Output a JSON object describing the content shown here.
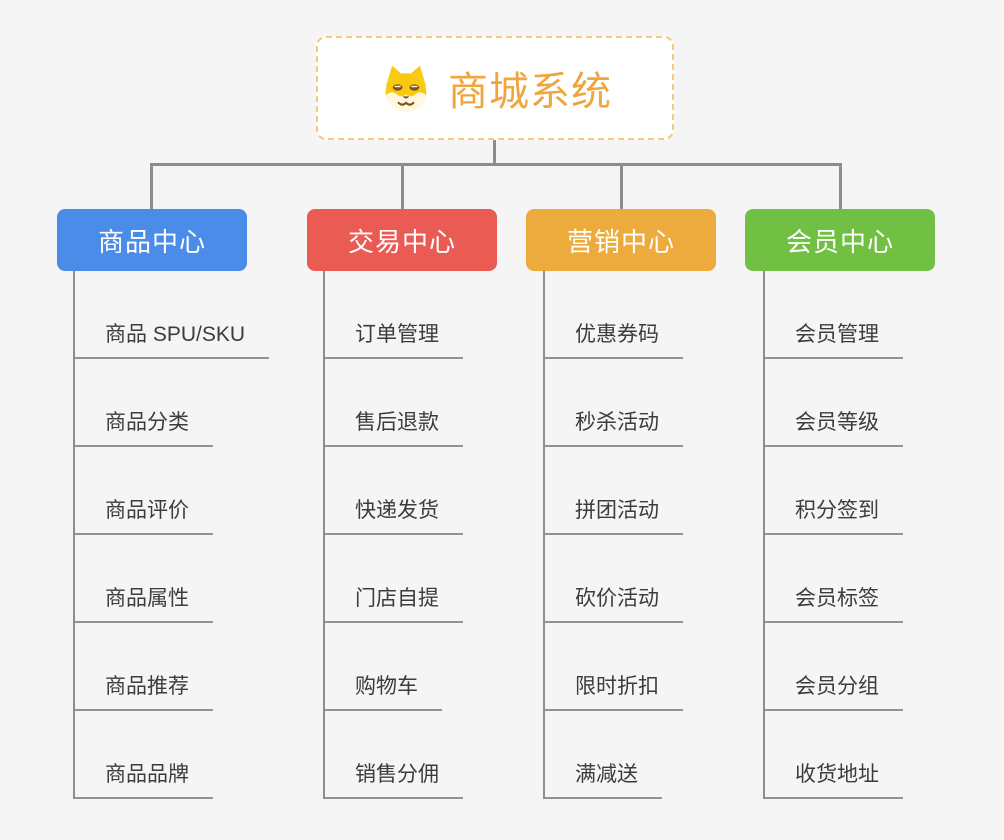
{
  "page": {
    "background": "#f5f5f6"
  },
  "root": {
    "title": "商城系统",
    "icon": "dog-icon",
    "title_color": "#f0a63d",
    "border_color": "#f6c87f",
    "fill": "#ffffff"
  },
  "connectors": {
    "color": "#8c8c8c",
    "underline_color": "#939393"
  },
  "branches": [
    {
      "label": "商品中心",
      "color": "#4b8ce9",
      "children": [
        "商品 SPU/SKU",
        "商品分类",
        "商品评价",
        "商品属性",
        "商品推荐",
        "商品品牌"
      ]
    },
    {
      "label": "交易中心",
      "color": "#e95b53",
      "children": [
        "订单管理",
        "售后退款",
        "快递发货",
        "门店自提",
        "购物车",
        "销售分佣"
      ]
    },
    {
      "label": "营销中心",
      "color": "#ecab3c",
      "children": [
        "优惠券码",
        "秒杀活动",
        "拼团活动",
        "砍价活动",
        "限时折扣",
        "满减送"
      ]
    },
    {
      "label": "会员中心",
      "color": "#71c043",
      "children": [
        "会员管理",
        "会员等级",
        "积分签到",
        "会员标签",
        "会员分组",
        "收货地址"
      ]
    }
  ]
}
